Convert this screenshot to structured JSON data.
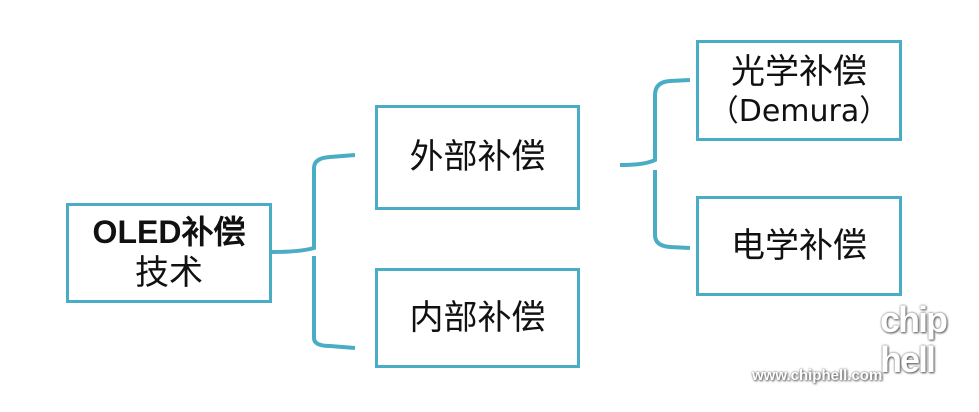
{
  "root": {
    "line1": "OLED补偿",
    "line2": "技术"
  },
  "level1": [
    {
      "label": "外部补偿"
    },
    {
      "label": "内部补偿"
    }
  ],
  "level2": [
    {
      "line1": "光学补偿",
      "line2": "（Demura）"
    },
    {
      "line1": "电学补偿"
    }
  ],
  "watermark": {
    "url": "www.chiphell.com",
    "logo": "chip hell"
  },
  "colors": {
    "border": "#4bacc6"
  }
}
